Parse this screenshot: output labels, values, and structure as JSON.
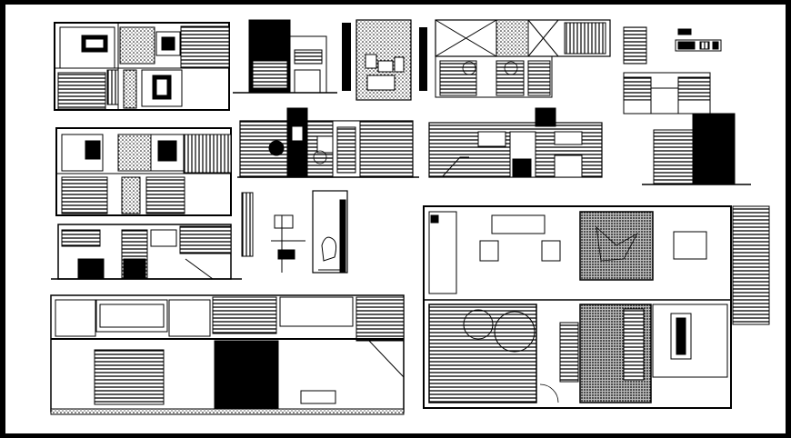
{
  "drawing": {
    "kind": "architectural CAD sheet",
    "background": "#000000",
    "paper": "#ffffff",
    "ink": "#000000",
    "views": [
      {
        "id": "floor-plan-top-left"
      },
      {
        "id": "elevation-top-row-1"
      },
      {
        "id": "elevation-top-row-2"
      },
      {
        "id": "tall-panel-dark"
      },
      {
        "id": "elevation-top-row-3"
      },
      {
        "id": "key-legend-top-right"
      },
      {
        "id": "floor-plan-mid-left"
      },
      {
        "id": "section-mid-1"
      },
      {
        "id": "section-mid-2"
      },
      {
        "id": "section-mid-3"
      },
      {
        "id": "section-left-small"
      },
      {
        "id": "details-center"
      },
      {
        "id": "section-bottom-left"
      },
      {
        "id": "floor-plan-large-right"
      }
    ]
  }
}
